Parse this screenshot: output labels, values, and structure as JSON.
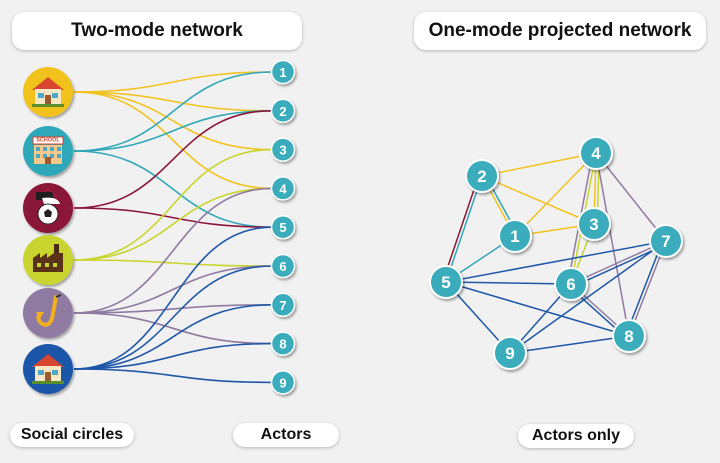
{
  "titles": {
    "left": "Two-mode network",
    "right": "One-mode projected network"
  },
  "labels": {
    "social_circles": "Social circles",
    "actors": "Actors",
    "actors_only": "Actors only"
  },
  "colors": {
    "node_teal": "#3aacbc",
    "yellow": "#f2c21f",
    "teal": "#2fa7b8",
    "maroon": "#8a1538",
    "lime": "#c9d52e",
    "purple": "#8f7aa1",
    "blue": "#1f57a8"
  },
  "social_circles": [
    {
      "id": "house",
      "icon": "house-icon",
      "bg": "#f2c21f",
      "color": "yellow"
    },
    {
      "id": "school",
      "icon": "school-icon",
      "bg": "#2fa7b8",
      "color": "teal",
      "text": "SCHOOL"
    },
    {
      "id": "football",
      "icon": "football-icon",
      "bg": "#8a1538",
      "color": "maroon"
    },
    {
      "id": "factory",
      "icon": "factory-icon",
      "bg": "#c9d52e",
      "color": "lime"
    },
    {
      "id": "saxophone",
      "icon": "saxophone-icon",
      "bg": "#8f7aa1",
      "color": "purple"
    },
    {
      "id": "house-blue",
      "icon": "house-icon",
      "bg": "#1f57a8",
      "color": "blue"
    }
  ],
  "actors": [
    "1",
    "2",
    "3",
    "4",
    "5",
    "6",
    "7",
    "8",
    "9"
  ],
  "bipartite_edges": {
    "house": [
      "1",
      "2",
      "3",
      "4"
    ],
    "school": [
      "1",
      "2",
      "5"
    ],
    "football": [
      "2",
      "5"
    ],
    "factory": [
      "3",
      "4",
      "6"
    ],
    "saxophone": [
      "4",
      "6",
      "7",
      "8"
    ],
    "house-blue": [
      "5",
      "6",
      "7",
      "8",
      "9"
    ]
  },
  "projected_nodes": [
    "1",
    "2",
    "3",
    "4",
    "5",
    "6",
    "7",
    "8",
    "9"
  ],
  "projected_edges": [
    {
      "a": "2",
      "b": "4",
      "color": "yellow"
    },
    {
      "a": "2",
      "b": "3",
      "color": "yellow"
    },
    {
      "a": "1",
      "b": "4",
      "color": "yellow"
    },
    {
      "a": "1",
      "b": "3",
      "color": "yellow"
    },
    {
      "a": "1",
      "b": "2",
      "color": "yellow"
    },
    {
      "a": "3",
      "b": "4",
      "color": "yellow"
    },
    {
      "a": "1",
      "b": "5",
      "color": "teal"
    },
    {
      "a": "2",
      "b": "5",
      "color": "teal"
    },
    {
      "a": "1",
      "b": "2",
      "color": "teal"
    },
    {
      "a": "2",
      "b": "5",
      "color": "maroon"
    },
    {
      "a": "3",
      "b": "6",
      "color": "lime"
    },
    {
      "a": "4",
      "b": "6",
      "color": "lime"
    },
    {
      "a": "3",
      "b": "4",
      "color": "lime"
    },
    {
      "a": "4",
      "b": "7",
      "color": "purple"
    },
    {
      "a": "4",
      "b": "8",
      "color": "purple"
    },
    {
      "a": "4",
      "b": "6",
      "color": "purple"
    },
    {
      "a": "6",
      "b": "7",
      "color": "purple"
    },
    {
      "a": "6",
      "b": "8",
      "color": "purple"
    },
    {
      "a": "7",
      "b": "8",
      "color": "purple"
    },
    {
      "a": "5",
      "b": "6",
      "color": "blue"
    },
    {
      "a": "5",
      "b": "7",
      "color": "blue"
    },
    {
      "a": "5",
      "b": "8",
      "color": "blue"
    },
    {
      "a": "5",
      "b": "9",
      "color": "blue"
    },
    {
      "a": "6",
      "b": "7",
      "color": "blue"
    },
    {
      "a": "6",
      "b": "8",
      "color": "blue"
    },
    {
      "a": "6",
      "b": "9",
      "color": "blue"
    },
    {
      "a": "7",
      "b": "8",
      "color": "blue"
    },
    {
      "a": "7",
      "b": "9",
      "color": "blue"
    },
    {
      "a": "8",
      "b": "9",
      "color": "blue"
    }
  ]
}
